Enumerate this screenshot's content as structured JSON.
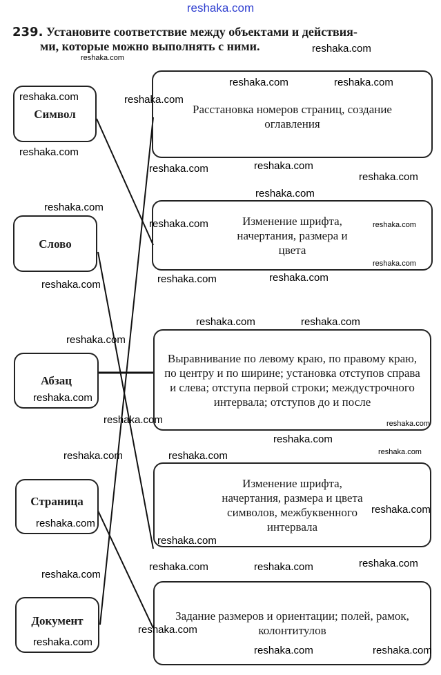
{
  "site_header": "reshaka.com",
  "task": {
    "number": "239.",
    "line1": "Установите соответствие между объектами и действия-",
    "line2": "ми, которые можно выполнять с ними."
  },
  "objects": [
    "Символ",
    "Слово",
    "Абзац",
    "Страница",
    "Документ"
  ],
  "actions": [
    "Расстановка номеров страниц, создание оглавления",
    "Изменение шрифта, начертания, размера и цвета",
    "Выравнивание по левому краю, по правому краю, по центру и по ширине; установка отступов справа и слева; отступа первой строки; междустрочного интервала; отступов до и после",
    "Изменение шрифта, начертания, размера и цвета символов, межбуквенного интервала",
    "Задание размеров и ориентации; полей, рамок, колонтитулов"
  ],
  "matches": [
    {
      "object": "Символ",
      "action": 2
    },
    {
      "object": "Слово",
      "action": 4
    },
    {
      "object": "Абзац",
      "action": 3
    },
    {
      "object": "Страница",
      "action": 5
    },
    {
      "object": "Документ",
      "action": 1
    }
  ],
  "watermark": "reshaka.com"
}
